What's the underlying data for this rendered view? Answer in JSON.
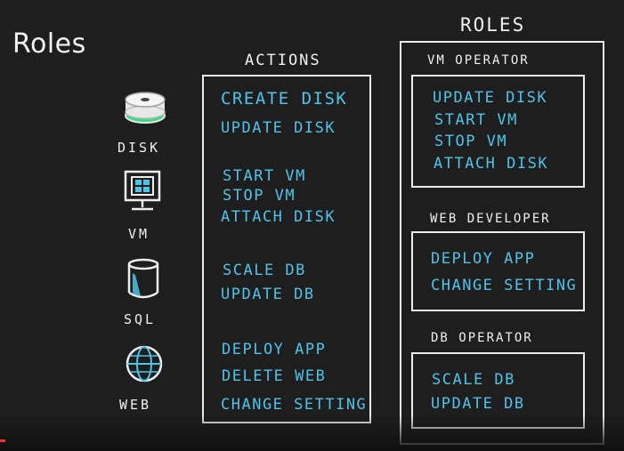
{
  "slide_title": "Roles",
  "actions": {
    "heading": "ACTIONS",
    "items": [
      "CREATE DISK",
      "UPDATE DISK",
      "START VM",
      "STOP VM",
      "ATTACH DISK",
      "SCALE DB",
      "UPDATE DB",
      "DEPLOY APP",
      "DELETE WEB",
      "CHANGE SETTING"
    ]
  },
  "resources": [
    {
      "label": "DISK",
      "icon": "disk-icon"
    },
    {
      "label": "VM",
      "icon": "monitor-icon"
    },
    {
      "label": "SQL",
      "icon": "database-icon"
    },
    {
      "label": "WEB",
      "icon": "globe-icon"
    }
  ],
  "roles": {
    "heading": "ROLES",
    "groups": [
      {
        "name": "VM OPERATOR",
        "items": [
          "UPDATE DISK",
          "START VM",
          "STOP VM",
          "ATTACH DISK"
        ]
      },
      {
        "name": "WEB DEVELOPER",
        "items": [
          "DEPLOY APP",
          "CHANGE SETTING"
        ]
      },
      {
        "name": "DB OPERATOR",
        "items": [
          "SCALE DB",
          "UPDATE DB"
        ]
      }
    ]
  },
  "colors": {
    "background": "#1e1e1e",
    "chalk": "#f0f0f0",
    "action_text": "#4fc3e8",
    "disk_accent": "#3ddc84",
    "db_accent": "#4fc3e8"
  }
}
